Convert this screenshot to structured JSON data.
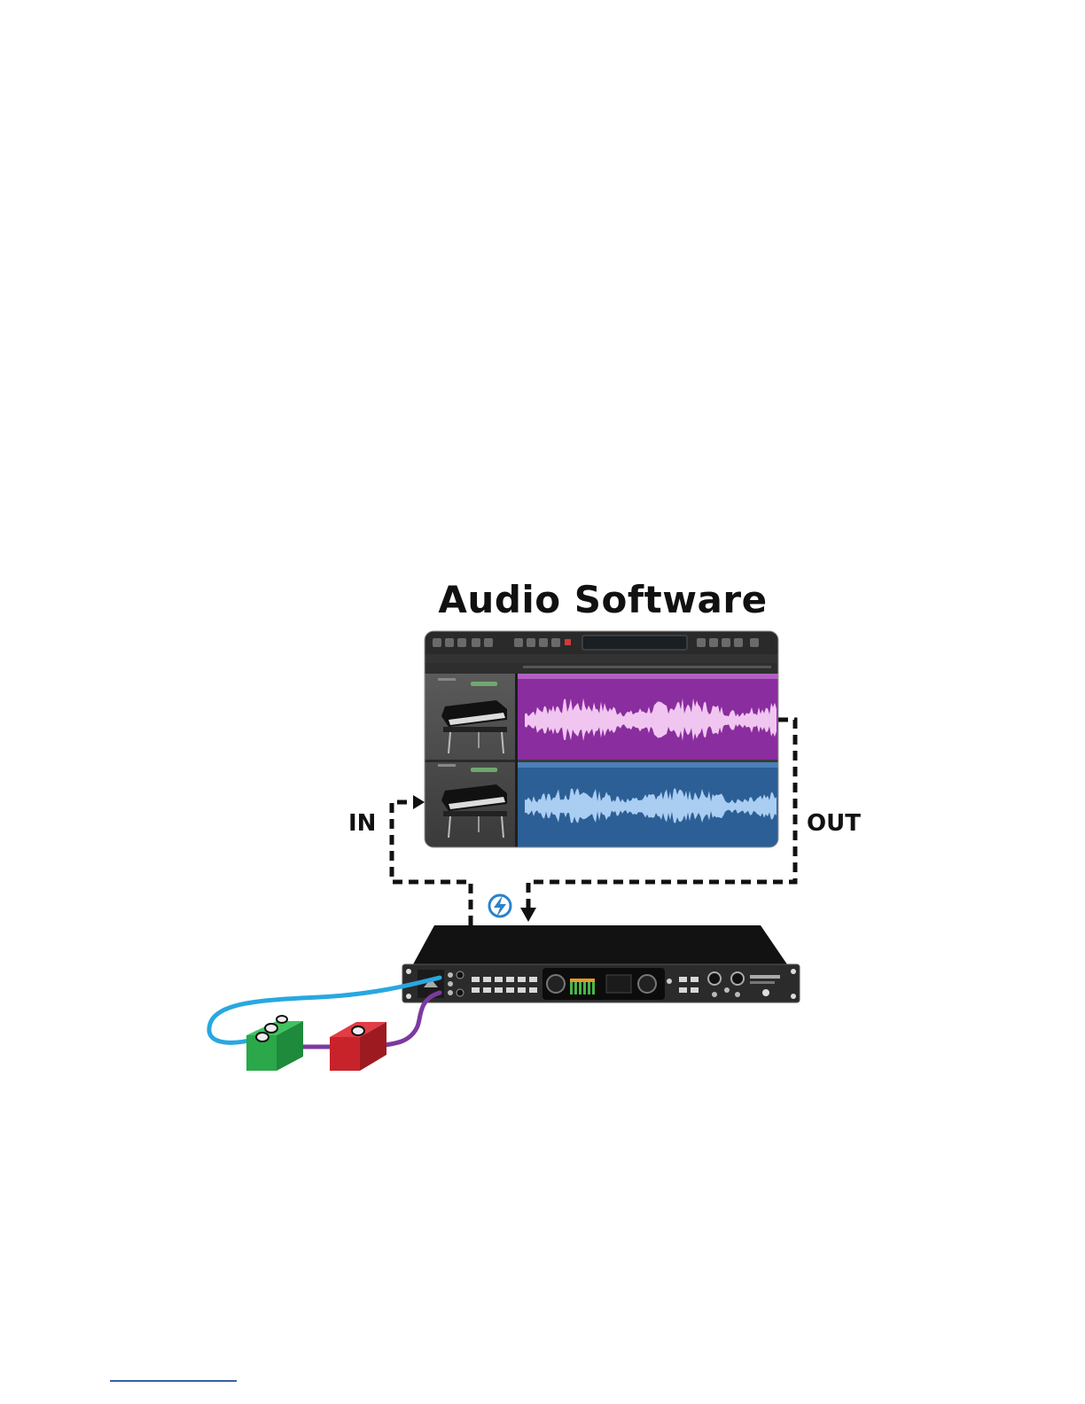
{
  "diagram": {
    "title": "Audio Software",
    "labels": {
      "in": "IN",
      "out": "OUT"
    },
    "colors": {
      "track_top": "#8a2d9e",
      "track_bottom": "#2c5f95",
      "wave_top": "#f0c6f0",
      "wave_bottom": "#aacdf2",
      "cable_in": "#28a8e0",
      "cable_out": "#7b3aa0",
      "pedal_green": "#2aa84a",
      "pedal_red": "#c8232b",
      "interface_body": "#121212",
      "thunderbolt": "#2a82cc"
    },
    "icons": [
      "thunderbolt-icon",
      "arrow-down-icon",
      "arrow-right-icon"
    ]
  }
}
